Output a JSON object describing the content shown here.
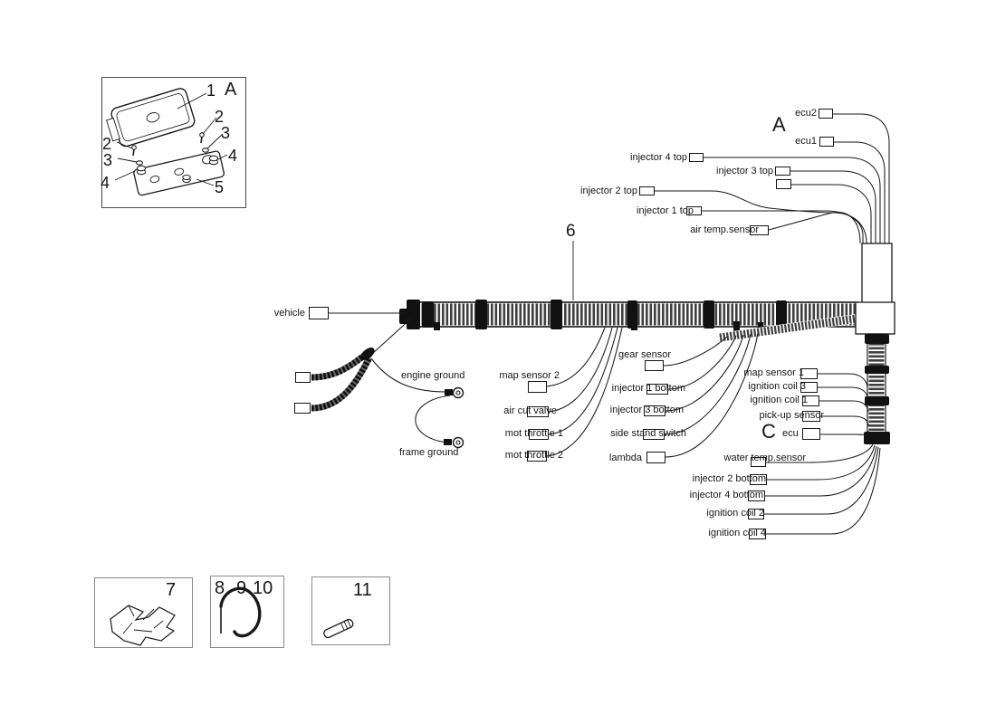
{
  "title_hidden": "",
  "colors": {
    "line": "#1a1a1a",
    "tube_dark": "#111111",
    "tube_stripe": "#3f3f3f",
    "part_box_border": "#8a8a8a"
  },
  "inset_callouts": {
    "c1": "1",
    "cA": "A",
    "c2_right": "2",
    "c3_right": "3",
    "c4_right": "4",
    "c2_left": "2",
    "c3_left": "3",
    "c4_left": "4",
    "c5": "5"
  },
  "harness": {
    "callout6": "6",
    "section_a": "A",
    "section_c": "C"
  },
  "connectors": {
    "ecu2": "ecu2",
    "ecu1": "ecu1",
    "injector4top": "injector 4 top",
    "injector3top": "injector 3 top",
    "injector2top": "injector 2 top",
    "injector1top": "injector 1 top",
    "airtemp": "air temp.sensor",
    "vehicle": "vehicle",
    "engineground": "engine ground",
    "frameground": "frame ground",
    "mapsensor2": "map sensor 2",
    "aircutvalve": "air cut valve",
    "motthrottle1": "mot throttle 1",
    "motthrottle2": "mot throttle 2",
    "gearsensor": "gear sensor",
    "injector1bottom": "injector 1 bottom",
    "injector3bottom": "injector 3 bottom",
    "sidestand": "side stand switch",
    "lambda": "lambda",
    "mapsensor1": "map sensor 1",
    "ignitioncoil3": "ignition coil 3",
    "ignitioncoil1": "ignition coil 1",
    "pickupsensor": "pick-up sensor",
    "ecu": "ecu",
    "watertemp": "water temp.sensor",
    "injector2bottom": "injector 2 bottom",
    "injector4bottom": "injector 4 bottom",
    "ignitioncoil2": "ignition coil 2",
    "ignitioncoil4": "ignition coil 4"
  },
  "parts": {
    "p7": "7",
    "p8": "8",
    "p9": "9",
    "p10": "10",
    "p11": "11"
  }
}
